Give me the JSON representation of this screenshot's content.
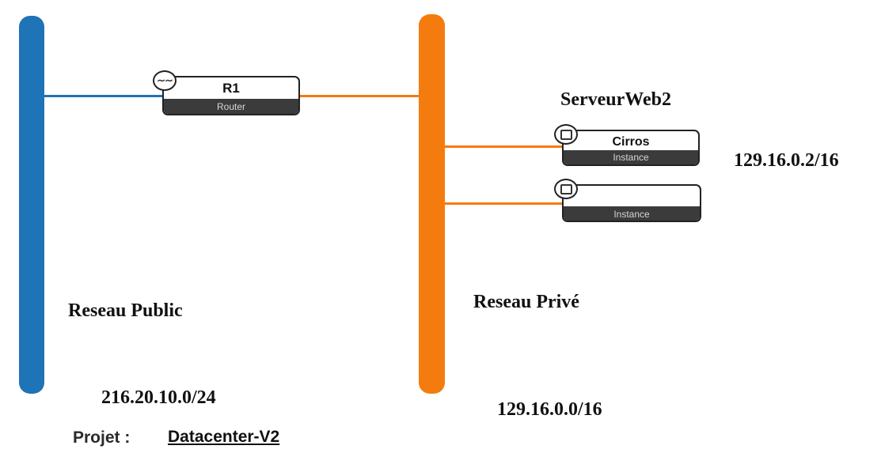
{
  "router": {
    "name": "R1",
    "type_label": "Router"
  },
  "instances": [
    {
      "name": "Cirros",
      "type_label": "Instance"
    },
    {
      "name": "",
      "type_label": "Instance"
    }
  ],
  "labels": {
    "server_name": "ServeurWeb2",
    "server_ip": "129.16.0.2/16",
    "public_network_name": "Reseau Public",
    "public_network_cidr": "216.20.10.0/24",
    "private_network_name": "Reseau Privé",
    "private_network_cidr": "129.16.0.0/16",
    "project_prefix": "Projet :",
    "project_name": "Datacenter-V2"
  },
  "colors": {
    "public_network": "#1f73b7",
    "private_network": "#f47c0f"
  },
  "icons": {
    "router": "router-icon",
    "instance": "instance-icon"
  }
}
